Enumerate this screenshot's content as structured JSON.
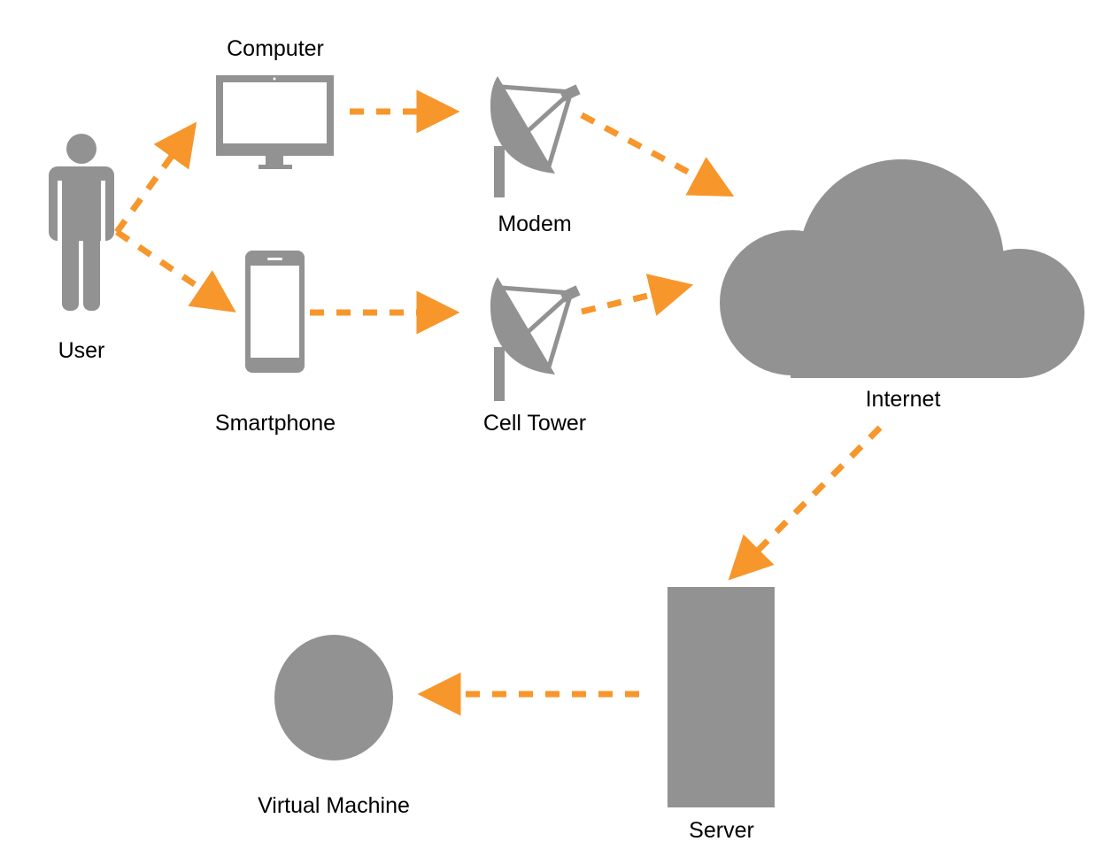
{
  "colors": {
    "icon": "#929292",
    "arrow": "#F7962B",
    "background": "#FFFFFF"
  },
  "nodes": {
    "user": {
      "label": "User",
      "icon": "person-icon"
    },
    "computer": {
      "label": "Computer",
      "icon": "monitor-icon"
    },
    "smartphone": {
      "label": "Smartphone",
      "icon": "smartphone-icon"
    },
    "modem": {
      "label": "Modem",
      "icon": "satellite-dish-icon"
    },
    "cell_tower": {
      "label": "Cell Tower",
      "icon": "satellite-dish-icon"
    },
    "internet": {
      "label": "Internet",
      "icon": "cloud-icon"
    },
    "server": {
      "label": "Server",
      "icon": "rectangle"
    },
    "virtual_machine": {
      "label": "Virtual Machine",
      "icon": "circle"
    }
  },
  "edges": [
    {
      "from": "user",
      "to": "computer",
      "style": "dashed"
    },
    {
      "from": "user",
      "to": "smartphone",
      "style": "dashed"
    },
    {
      "from": "computer",
      "to": "modem",
      "style": "dashed"
    },
    {
      "from": "smartphone",
      "to": "cell_tower",
      "style": "dashed"
    },
    {
      "from": "modem",
      "to": "internet",
      "style": "dashed"
    },
    {
      "from": "cell_tower",
      "to": "internet",
      "style": "dashed"
    },
    {
      "from": "internet",
      "to": "server",
      "style": "dashed"
    },
    {
      "from": "server",
      "to": "virtual_machine",
      "style": "dashed"
    }
  ]
}
